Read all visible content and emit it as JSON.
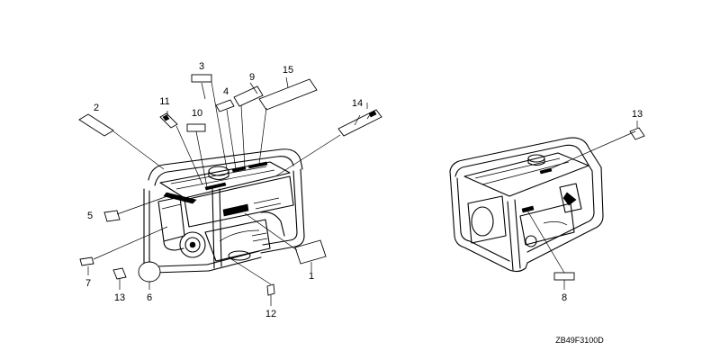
{
  "diagram": {
    "callouts": {
      "c1": "1",
      "c2": "2",
      "c3": "3",
      "c4": "4",
      "c5": "5",
      "c6": "6",
      "c7": "7",
      "c8": "8",
      "c9": "9",
      "c10": "10",
      "c11": "11",
      "c12": "12",
      "c13a": "13",
      "c13b": "13",
      "c14": "14",
      "c15": "15"
    },
    "drawing_code": "ZB49F3100D"
  }
}
